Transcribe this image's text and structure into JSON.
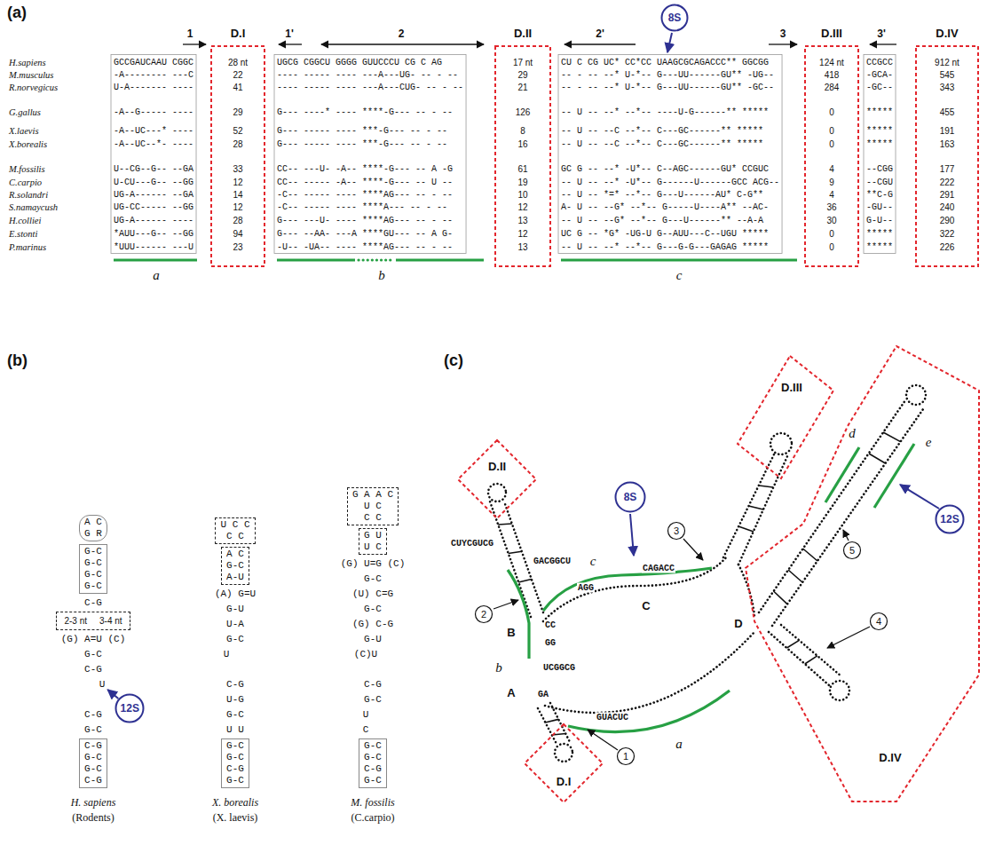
{
  "diagram": {
    "nodes": [
      {
        "text": [
          "D.I",
          "28 nt",
          "22",
          "41",
          "29",
          "52",
          "28",
          "33",
          "12",
          "14",
          "12",
          "28",
          "94",
          "23"
        ]
      },
      {
        "text": [
          "D.II",
          "17 nt",
          "29",
          "21",
          "126",
          "8",
          "16",
          "61",
          "19",
          "10",
          "12",
          "13",
          "12",
          "13"
        ]
      },
      {
        "text": [
          "8S"
        ]
      },
      {
        "text": [
          "D.III",
          "124 nt",
          "418",
          "284",
          "0",
          "0",
          "0",
          "4",
          "9",
          "4",
          "36",
          "30",
          "0",
          "0"
        ]
      },
      {
        "text": [
          "D.IV",
          "912 nt",
          "545",
          "343",
          "455",
          "191",
          "163",
          "177",
          "222",
          "291",
          "240",
          "290",
          "322",
          "226"
        ]
      },
      {
        "text": [
          "A C",
          "G R"
        ]
      },
      {
        "text": [
          "G-C",
          "G-C",
          "G-C",
          "G-C"
        ]
      },
      {
        "text": [
          "2-3 nt",
          "3-4 nt"
        ]
      },
      {
        "text": [
          "12S"
        ]
      },
      {
        "text": [
          "C-G",
          "G-C",
          "G-C",
          "C-G"
        ]
      },
      {
        "text": [
          "U C C",
          "C C"
        ]
      },
      {
        "text": [
          "A C",
          "G-C",
          "A-U"
        ]
      },
      {
        "text": [
          "G-C",
          "G-C",
          "C-G",
          "G-C"
        ]
      },
      {
        "text": [
          "G A A C",
          "U C",
          "C C"
        ]
      },
      {
        "text": [
          "G U",
          "U C"
        ]
      },
      {
        "text": [
          "G-C",
          "G-C",
          "C-G",
          "G-C"
        ]
      },
      {
        "text": [
          "D.II"
        ]
      },
      {
        "text": [
          "D.III"
        ]
      },
      {
        "text": [
          "8S"
        ]
      },
      {
        "text": [
          "1"
        ]
      },
      {
        "text": [
          "2"
        ]
      },
      {
        "text": [
          "3"
        ]
      },
      {
        "text": [
          "D.I"
        ]
      },
      {
        "text": [
          "D.IV"
        ]
      },
      {
        "text": [
          "4"
        ],
        "in": 23
      },
      {
        "text": [
          "5"
        ],
        "in": 23
      },
      {
        "text": [
          "12S"
        ],
        "in": 23
      }
    ],
    "labels": [
      "(a)",
      "(b)",
      "(c)",
      "H.sapiens",
      "M.musculus",
      "R.norvegicus",
      "G.gallus",
      "X.laevis",
      "X.borealis",
      "M.fossilis",
      "C.carpio",
      "R.solandri",
      "S.namaycush",
      "H.colliei",
      "E.stonti",
      "P.marinus",
      "GCCGAUCAAU CGGC",
      "-A-------- ---C",
      "U-A------- ----",
      "-A--G----- ----",
      "-A--UC---* ----",
      "-A--UC--*- ----",
      "U--CG--G-- --GA",
      "U-CU---G-- --GG",
      "UG-A------ --GA",
      "UG-CC----- --GG",
      "UG-A------ ----",
      "*AUU---G-- --GG",
      "*UUU------ ---U",
      "UGCG CGGCU GGGG GUUCCCU CG C AG",
      "---- ----- ---- ---A---UG- -- - --",
      "---- ----- ---- ---A---CUG- -- - --",
      "G--- ----* ---- ****-G--- -- - --",
      "G--- ----- ---- ***-G--- -- - --",
      "G--- ----- ---- ***-G--- -- - --",
      "CC-- ---U- -A-- ****-G--- -- A -G",
      "CC-- ----- -A-- ****-G--- -- U --",
      "-C-- ----- ---- ****AG--- -- - --",
      "-C-- ----- ---- ****A--- -- - --",
      "G--- ---U- ---- ****AG--- -- - --",
      "G--- --AA- ---A ****GU--- -- A G-",
      "-U-- -UA-- ---- ****AG--- -- - --",
      "CU C CG UC* CC*CC UAAGCGCAGACCC** GGCGG",
      "-- - -- --* U-*-- G---UU------GU** -UG--",
      "-- - -- --* U-*-- G---UU------GU** -GC--",
      "-- U -- --* --*-- ----U-G------** *****",
      "-- U -- --C --*-- C---GC------** *****",
      "-- U -- --C --*-- C---GC------** *****",
      "GC G -- --* -U*-- C--AGC------GU* CCGUC",
      "-- U -- --* -U*-- G------U------GCC ACG--",
      "-- U -- *=* --*-- G---U------AU* C-G**",
      "A- U -- --G* --*-- G-----U----A** --AC-",
      "-- U -- --G* --*-- G---U------** --A-A",
      "UC G -- *G* -UG-U G--AUU---C--UGU *****",
      "-- U -- --* --*-- G---G-G---GAGAG *****",
      "CCGCC",
      "-GCA-",
      "-GC--",
      "*****",
      "*****",
      "*****",
      "--CGG",
      "--CGU",
      "**C-G",
      "-GU--",
      "G-U--",
      "*****",
      "*****",
      "1",
      "1'",
      "2",
      "2'",
      "3",
      "3'",
      "a",
      "b",
      "c",
      "H. sapiens",
      "(Rodents)",
      "X. borealis",
      "(X. laevis)",
      "M. fossilis",
      "(C.carpio)",
      "C-G",
      "(G) A=U (C)",
      "G-C",
      "C-G",
      "U",
      "C-G",
      "G-C",
      "(A) G=U",
      "G-U",
      "U-A",
      "G-C",
      "U",
      "C-G",
      "U-G",
      "G-C",
      "U U",
      "(G) U=G (C)",
      "G-C",
      "(U) C=G",
      "G-C",
      "(G) C-G",
      "G-U",
      "(C)U",
      "C-G",
      "G-C",
      "U",
      "C",
      "A",
      "B",
      "C",
      "D",
      "a",
      "b",
      "c",
      "d",
      "e",
      "CUYCGUCG",
      "GACGGCU",
      "CC",
      "GG",
      "AGG",
      "CAGACC",
      "UCGGCG",
      "GA",
      "GUACUC"
    ]
  }
}
